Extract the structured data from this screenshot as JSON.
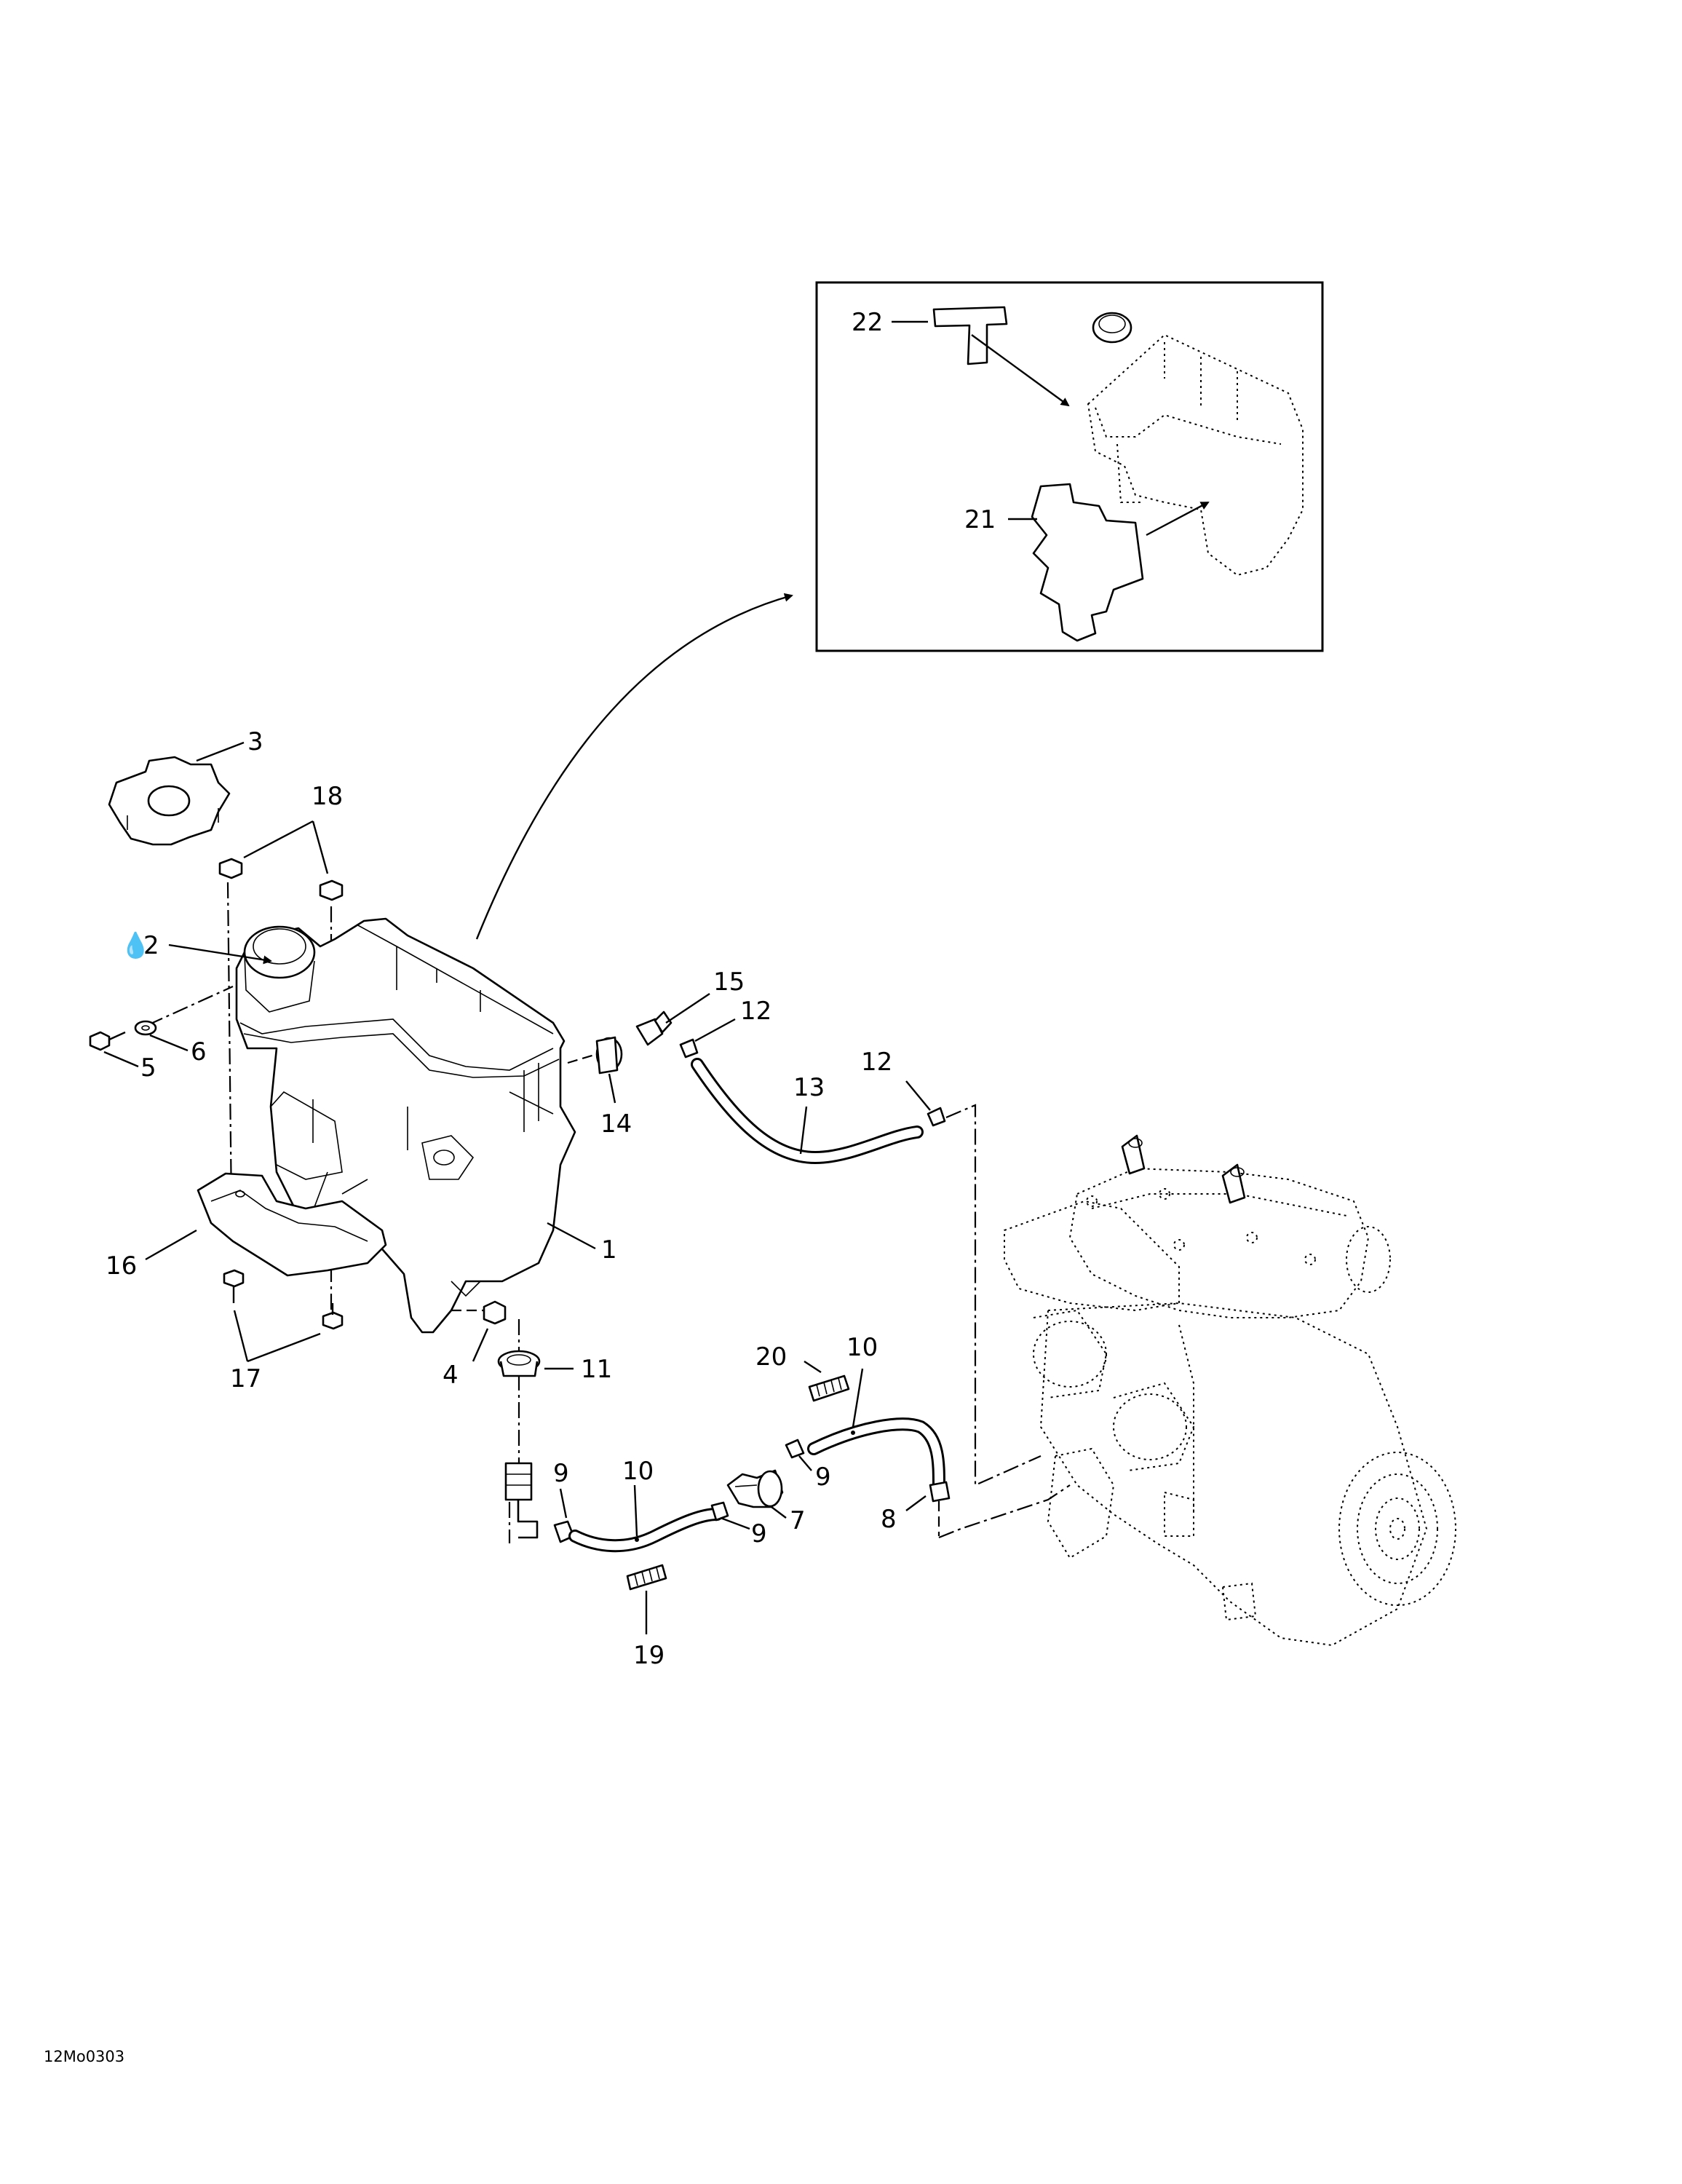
{
  "diagram_code": "12Mo0303",
  "callouts": {
    "c1": "1",
    "c2": "2",
    "c3": "3",
    "c4": "4",
    "c5": "5",
    "c6": "6",
    "c7": "7",
    "c8": "8",
    "c9a": "9",
    "c9b": "9",
    "c9c": "9",
    "c10a": "10",
    "c10b": "10",
    "c11": "11",
    "c12a": "12",
    "c12b": "12",
    "c13": "13",
    "c14": "14",
    "c15": "15",
    "c16": "16",
    "c17": "17",
    "c18": "18",
    "c19": "19",
    "c20": "20",
    "c21": "21",
    "c22": "22"
  },
  "icons": {
    "lubricant": "oil-drop-icon"
  }
}
